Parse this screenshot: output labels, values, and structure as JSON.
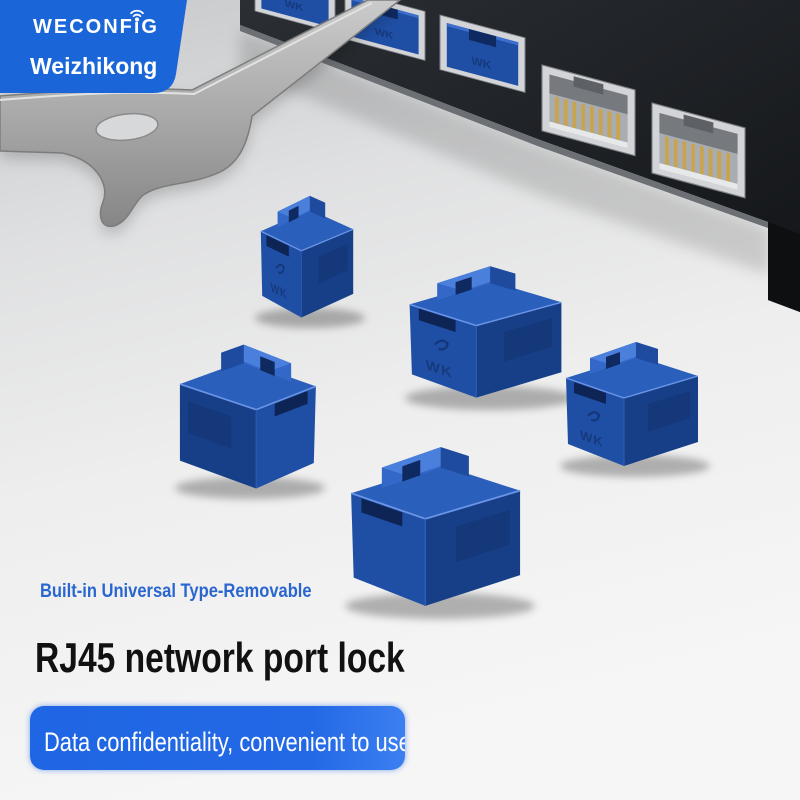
{
  "brand": {
    "logo_text": "WECONFiG",
    "name": "Weizhikong"
  },
  "product_marking": "WK",
  "headline": {
    "tagline": "Built-in Universal Type-Removable",
    "title": "RJ45 network port lock"
  },
  "feature_bar": {
    "text": "Data confidentiality, convenient to use"
  },
  "colors": {
    "brand_badge": "#1a66d9",
    "accent_blue": "#2a66d0",
    "feature_bar": "#1f66e4",
    "lock_blue": "#1f4fa5",
    "switch_dark": "#1b1e22",
    "key_gray": "#a6a6a6"
  },
  "icons": {
    "logo_signal": "wifi-icon",
    "lock_emboss": "hook-icon"
  }
}
